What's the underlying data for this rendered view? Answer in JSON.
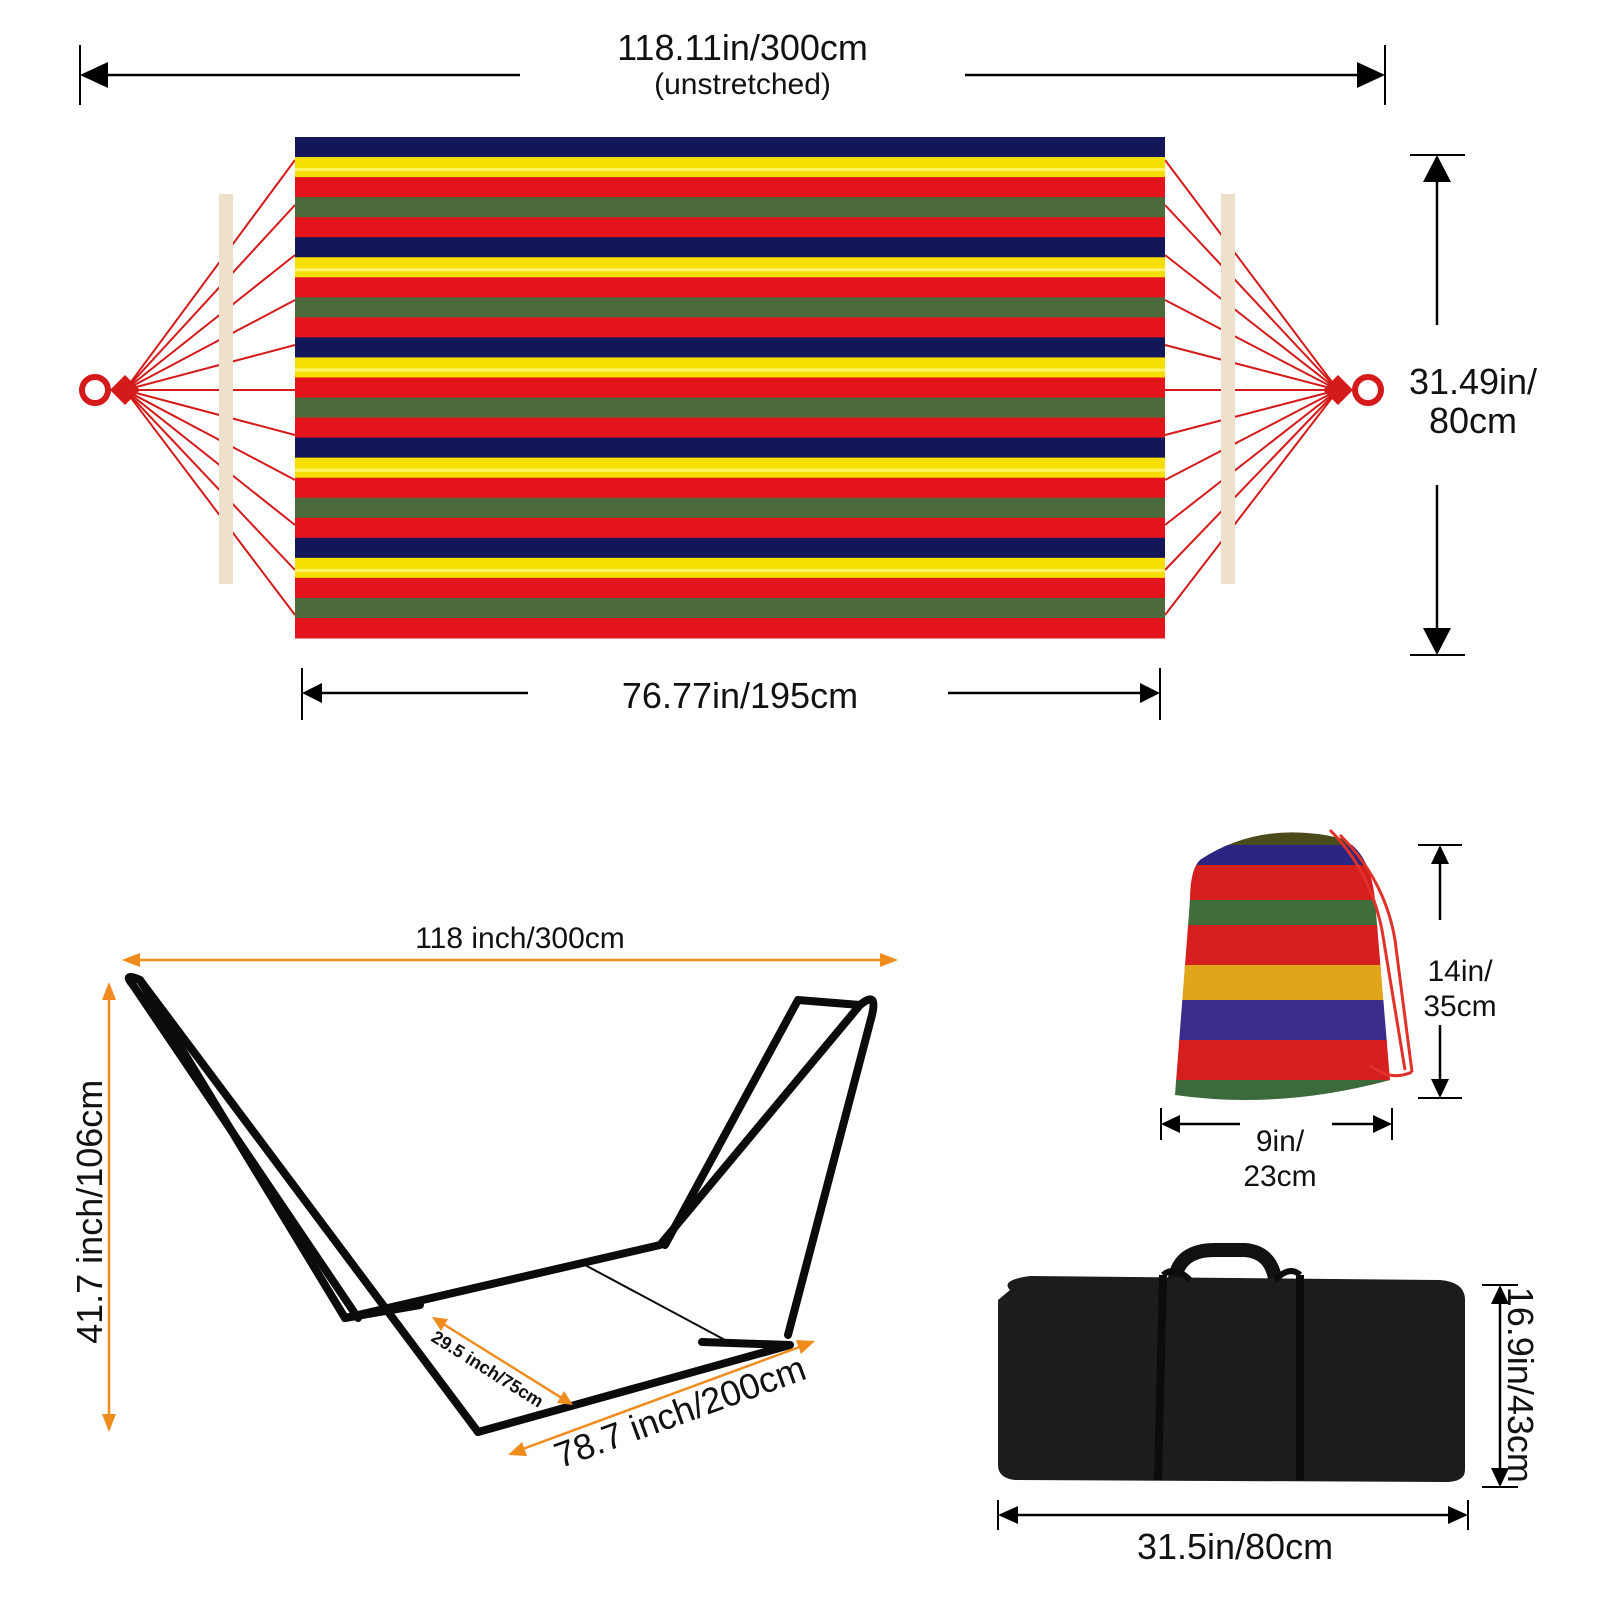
{
  "hammock": {
    "length_value": "118.11in/300cm",
    "length_note": "(unstretched)",
    "width_value": "31.49in/",
    "width_value_cm": "80cm",
    "bed_length": "76.77in/195cm",
    "stripe_colors": [
      "#14165a",
      "#f6df00",
      "#e3141b",
      "#4b6b3c"
    ]
  },
  "stand": {
    "length": "118 inch/300cm",
    "height": "41.7 inch/106cm",
    "base_length": "78.7 inch/200cm",
    "base_width": "29.5 inch/75cm",
    "accent_color": "#f08c1e"
  },
  "pouch": {
    "height_in": "14in/",
    "height_cm": "35cm",
    "width_in": "9in/",
    "width_cm": "23cm"
  },
  "carry_bag": {
    "height": "16.9in/43cm",
    "width": "31.5in/80cm"
  }
}
